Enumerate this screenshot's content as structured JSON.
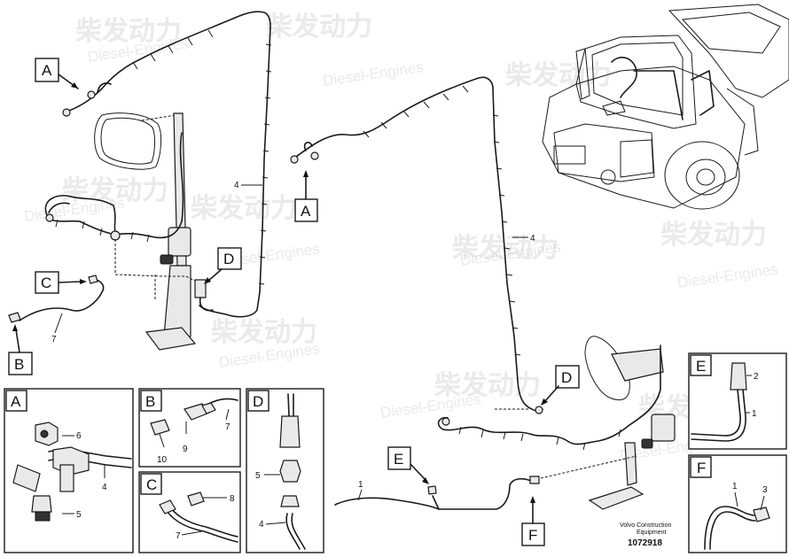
{
  "watermark": {
    "brand": "柴发动力",
    "subtitle": "Diesel-Engines"
  },
  "callouts": {
    "a": "A",
    "b": "B",
    "c": "C",
    "d": "D",
    "e": "E",
    "f": "F"
  },
  "part_numbers": {
    "n1": "1",
    "n3": "3",
    "n2": "2",
    "n4": "4",
    "n5": "5",
    "n6": "6",
    "n7": "7",
    "n8": "8",
    "n9": "9",
    "n10": "10"
  },
  "detail_panels": [
    "A",
    "B",
    "C",
    "D",
    "E",
    "F"
  ],
  "footer": {
    "line1": "Volvo Construction",
    "line2": "Equipment",
    "drawing_number": "1072918"
  }
}
